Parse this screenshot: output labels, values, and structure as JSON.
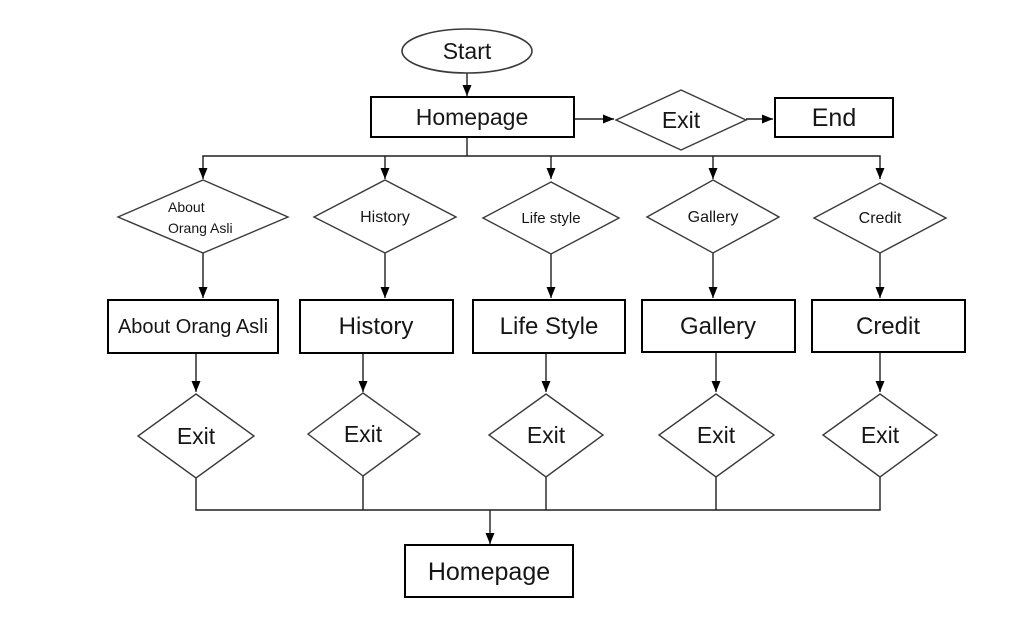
{
  "diagram": {
    "type": "flowchart",
    "colors": {
      "background": "#ffffff",
      "stroke": "#000000",
      "text": "#161616"
    },
    "nodes": {
      "start": "Start",
      "homepage_top": "Homepage",
      "exit_decision": "Exit",
      "end": "End",
      "menu_about_line1": "About",
      "menu_about_line2": "Orang Asli",
      "menu_history": "History",
      "menu_lifestyle": "Life style",
      "menu_gallery": "Gallery",
      "menu_credit": "Credit",
      "page_about": "About Orang Asli",
      "page_history": "History",
      "page_lifestyle": "Life Style",
      "page_gallery": "Gallery",
      "page_credit": "Credit",
      "exit_about": "Exit",
      "exit_history": "Exit",
      "exit_lifestyle": "Exit",
      "exit_gallery": "Exit",
      "exit_credit": "Exit",
      "homepage_bottom": "Homepage"
    }
  }
}
